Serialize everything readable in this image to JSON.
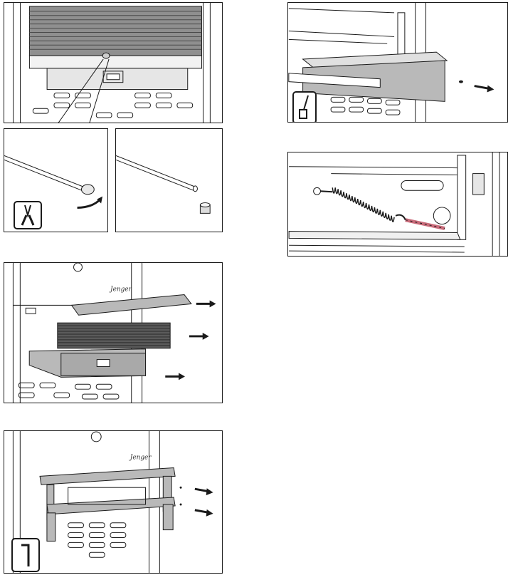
{
  "figures": [
    {
      "id": "fig-1a",
      "caption": "",
      "tool": "pliers-icon"
    },
    {
      "id": "fig-1b",
      "caption": "",
      "tool": "wrench-icon"
    },
    {
      "id": "fig-1c",
      "caption": "",
      "tool": ""
    },
    {
      "id": "fig-2",
      "caption": "",
      "tool": ""
    },
    {
      "id": "fig-3",
      "caption": "",
      "tool": "hex-key-icon"
    },
    {
      "id": "fig-4",
      "caption": "",
      "tool": "screwdriver-icon"
    },
    {
      "id": "fig-5",
      "caption": "",
      "tool": ""
    }
  ],
  "brand_mark": "Jenger",
  "colors": {
    "line": "#1a1a1a",
    "panel_fill": "#b9b9b9",
    "panel_dark": "#9a9a9a",
    "spring_accent": "#c96b7a"
  }
}
